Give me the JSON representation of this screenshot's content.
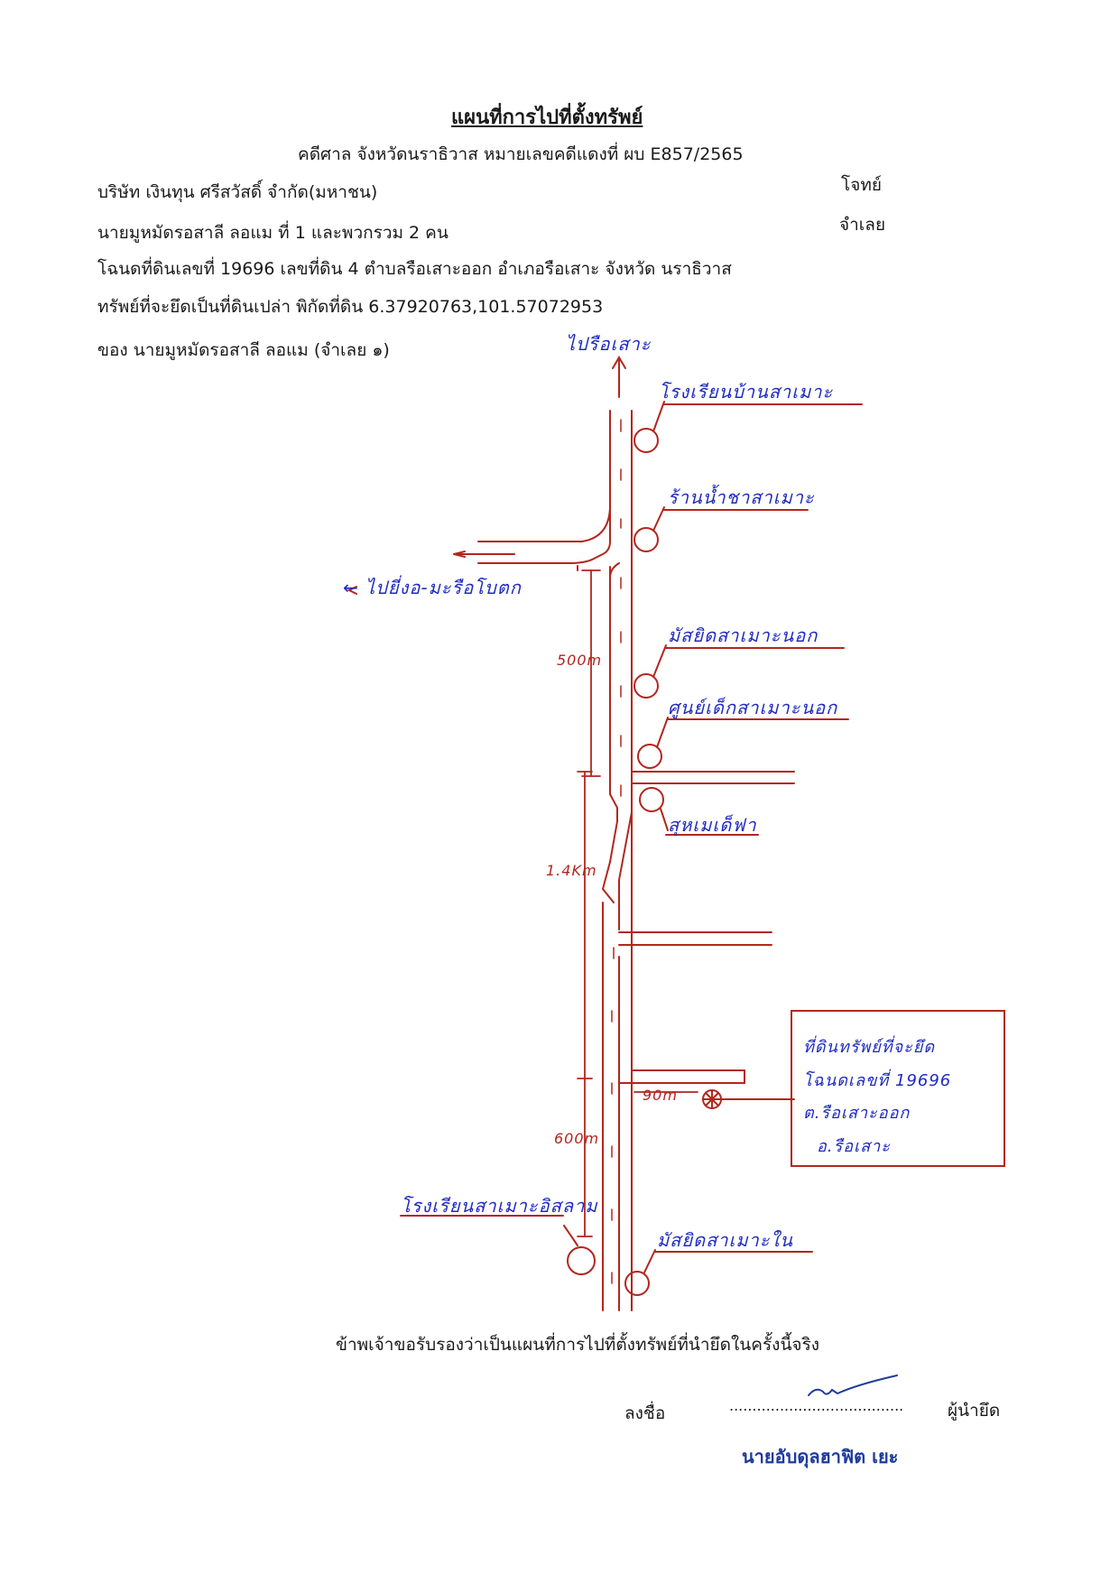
{
  "document": {
    "title": "แผนที่การไปที่ตั้งทรัพย์",
    "case_line": "คดีศาล จังหวัดนราธิวาส   หมายเลขคดีแดงที่  ผบ E857/2565",
    "plaintiff_name": "บริษัท เงินทุน ศรีสวัสดิ์ จำกัด(มหาชน)",
    "plaintiff_label": "โจทย์",
    "defendant_name": "นายมูหมัดรอสาลี ลอแม  ที่ 1 และพวกรวม 2 คน",
    "defendant_label": "จำเลย",
    "deed_line": "โฉนดที่ดินเลขที่ 19696 เลขที่ดิน 4  ตำบลรือเสาะออก  อำเภอรือเสาะ  จังหวัด นราธิวาส",
    "property_line": "ทรัพย์ที่จะยึดเป็นที่ดินเปล่า    พิกัดที่ดิน 6.37920763,101.57072953",
    "owner_line": "ของ  นายมูหมัดรอสาลี ลอแม    (จำเลย  ๑)"
  },
  "map": {
    "to_north": "ไปรือเสาะ",
    "to_west": "← ไปยี่งอ-มะรือโบตก",
    "landmarks": [
      "โรงเรียนบ้านสาเมาะ",
      "ร้านน้ำชาสาเมาะ",
      "มัสยิดสาเมาะนอก",
      "ศูนย์เด็กสาเมาะนอก",
      "สุหเมเด็ฟา",
      "โรงเรียนสาเมาะอิสลาม",
      "มัสยิดสาเมาะใน"
    ],
    "distances": [
      "500m",
      "1.4Km",
      "600m",
      "90m"
    ],
    "property_box": [
      "ที่ดินทรัพย์ที่จะยึด",
      "โฉนดเลขที่ 19696",
      "ต.รือเสาะออก",
      "อ.รือเสาะ"
    ]
  },
  "footer": {
    "certify": "ข้าพเจ้าขอรับรองว่าเป็นแผนที่การไปที่ตั้งทรัพย์ที่นำยึดในครั้งนี้จริง",
    "sign_label": "ลงชื่อ",
    "sign_dots": "......................................",
    "role": "ผู้นำยึด",
    "signer_name": "นายอับดุลฮาฟิต  เยะ"
  },
  "colors": {
    "ink_red": "#b3261e",
    "ink_blue": "#1f2bbf"
  }
}
